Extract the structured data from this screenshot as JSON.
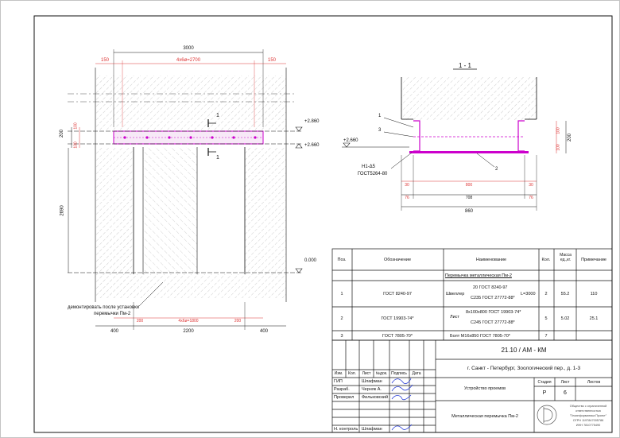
{
  "drawing": {
    "plan": {
      "top_width": "3000",
      "left_offset": "150",
      "right_offset": "150",
      "red_mid": "4х6ø=2700",
      "left_vert_top": "100",
      "left_vert_total": "200",
      "left_vert_bottom": "100",
      "height": "2690",
      "level_top": "+2.860",
      "level_mid": "+2.660",
      "level_zero": "0.000",
      "section_mark": "1",
      "bottom_left": "400",
      "bottom_mid": "2200",
      "bottom_right": "400",
      "red_bottom_left": "200",
      "red_bottom_mid": "4х6ø=1800",
      "red_bottom_right": "200",
      "note_line1": "демонтировать после установки",
      "note_line2": "перемычки Пм-2"
    },
    "section": {
      "title": "1 - 1",
      "callout_1": "1",
      "callout_2": "2",
      "callout_3": "3",
      "level": "+2.660",
      "weld_label_1": "Н1-Δ5",
      "weld_label_2": "ГОСТ5264-80",
      "dim_top_right": "100",
      "dim_total_right": "200",
      "dim_bottom_right": "100",
      "dim_red_left": "30",
      "dim_red_mid": "800",
      "dim_red_right": "30",
      "dim_left_small": "76",
      "dim_mid": "708",
      "dim_right_small": "76",
      "dim_total": "860"
    }
  },
  "spec_table": {
    "headers": [
      "Поз.",
      "Обозначение",
      "Наименование",
      "Кол.",
      "Масса ед.,кг.",
      "Примечание"
    ],
    "group_title": "Перемычка металлическая Пм-2",
    "rows": [
      {
        "pos": "1",
        "code": "ГОСТ 8240-97",
        "kind": "Швеллер",
        "name_top": "20 ГОСТ 8240-97",
        "name_bottom": "С235 ГОСТ 27772-88*",
        "length": "L=3000",
        "qty": "2",
        "mass": "55.2",
        "note": "110"
      },
      {
        "pos": "2",
        "code": "ГОСТ 19903-74*",
        "kind": "Лист",
        "name_top": "8х100х800 ГОСТ 19903-74*",
        "name_bottom": "С245 ГОСТ 27772-88*",
        "length": "",
        "qty": "5",
        "mass": "5.02",
        "note": "25.1"
      },
      {
        "pos": "3",
        "code": "ГОСТ 7805-70*",
        "kind": "",
        "name_top": "Болт М16х850 ГОСТ 7805-70*",
        "name_bottom": "",
        "length": "",
        "qty": "7",
        "mass": "",
        "note": ""
      }
    ]
  },
  "title_block": {
    "doc_code": "21.10 / АМ - КМ",
    "address": "г. Санкт - Петербург, Зоологический пер., д. 1-3",
    "cols": [
      "Изм.",
      "Кол.",
      "Лист",
      "№док.",
      "Подпись",
      "Дата"
    ],
    "roles": [
      {
        "role": "ГИП",
        "name": "Шлафман"
      },
      {
        "role": "Разраб.",
        "name": "Черняк А."
      },
      {
        "role": "Проверил",
        "name": "Фильковский"
      },
      {
        "role": "",
        "name": ""
      },
      {
        "role": "Н. контроль",
        "name": "Шлафман"
      }
    ],
    "project_title": "Устройство проемов",
    "sheet_title": "Металлическая перемычка Пм-2",
    "stage_label": "Стадия",
    "sheet_label": "Лист",
    "sheets_label": "Листов",
    "stage": "Р",
    "sheet": "6",
    "sheets": "",
    "company_lines": [
      "Общество с ограниченной",
      "ответственностью",
      "\"Геоинформатика Проект\"",
      "ОГРН 1197847005786",
      "ИНН 7810775490"
    ]
  }
}
